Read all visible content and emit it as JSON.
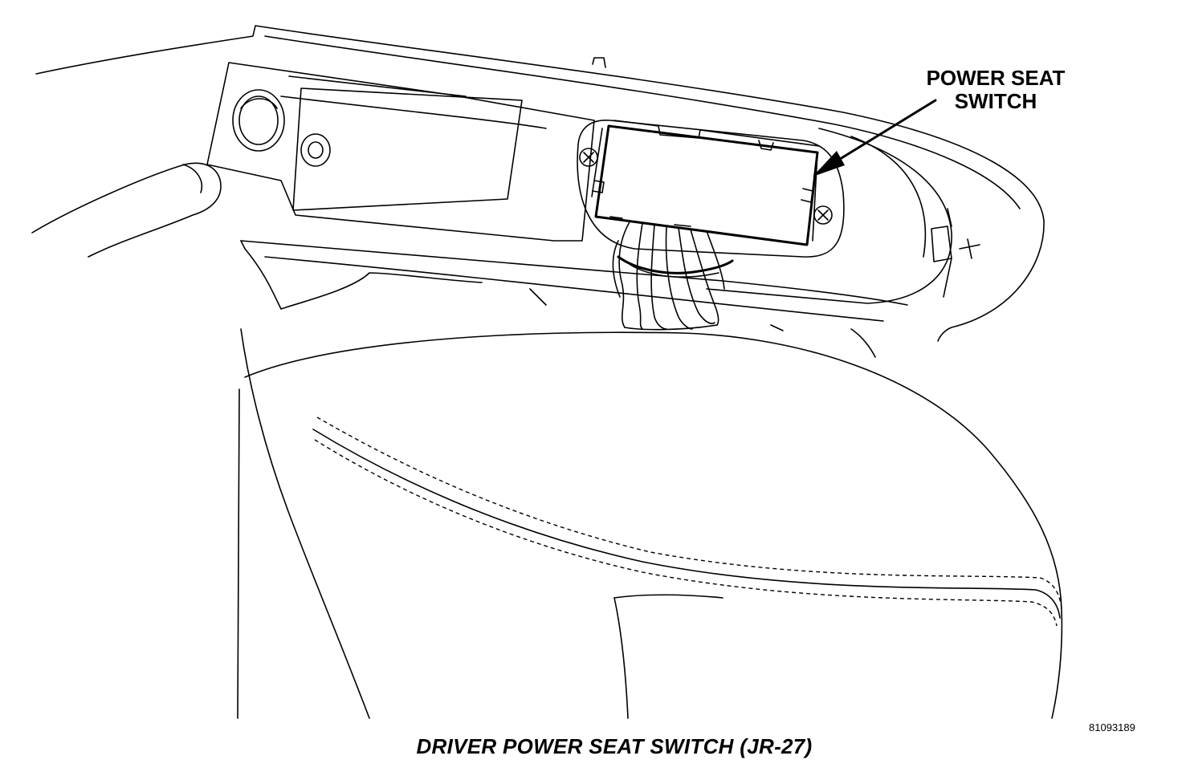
{
  "diagram": {
    "callout": {
      "line1": "POWER SEAT",
      "line2": "SWITCH"
    },
    "caption": "DRIVER POWER SEAT SWITCH (JR-27)",
    "figure_id": "81093189",
    "stroke_color": "#000000",
    "background_color": "#ffffff"
  }
}
